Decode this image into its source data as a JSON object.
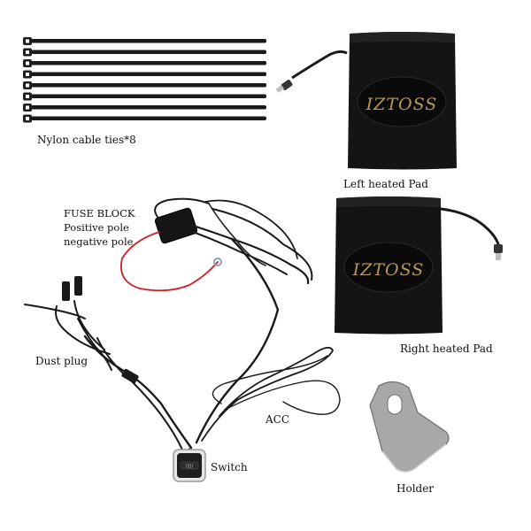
{
  "labels": {
    "cable_ties": "Nylon cable ties*8",
    "left_pad": "Left heated Pad",
    "right_pad": "Right heated Pad",
    "fuse_block": "FUSE BLOCK",
    "positive_pole": "Positive pole",
    "negative_pole": "negative pole",
    "dust_plug": "Dust plug",
    "acc": "ACC",
    "switch": "Switch",
    "holder": "Holder"
  },
  "brand": {
    "left_pad_logo": "IZTOSS",
    "right_pad_logo": "IZTOSS"
  },
  "items": {
    "cable_tie_count": 8
  },
  "colors": {
    "background": "#ffffff",
    "pad_black": "#141414",
    "logo_gold": "#b9995a",
    "wire_black": "#1a1a1a",
    "wire_red": "#d0202a",
    "holder_metal": "#a8a8a8"
  }
}
